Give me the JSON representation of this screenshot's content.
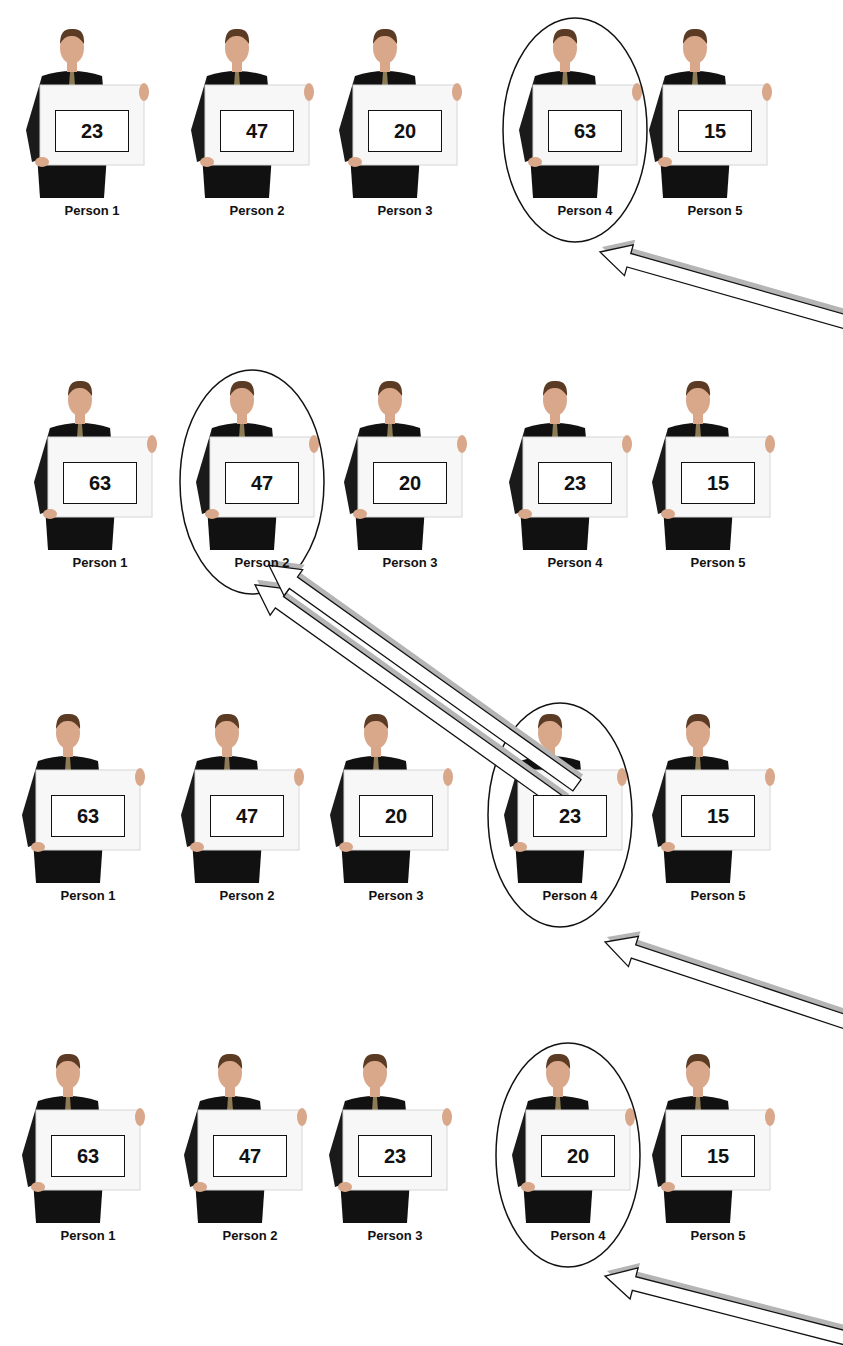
{
  "diagram": {
    "nodes": [
      {
        "text": [
          "23",
          "Person 1"
        ]
      },
      {
        "text": [
          "47",
          "Person 2"
        ]
      },
      {
        "text": [
          "20",
          "Person 3"
        ]
      },
      {
        "text": [
          "63",
          "Person 4"
        ]
      },
      {
        "text": [
          "15",
          "Person 5"
        ]
      },
      {
        "text": [
          "63",
          "Person 1"
        ]
      },
      {
        "text": [
          "47",
          "Person 2"
        ]
      },
      {
        "text": [
          "20",
          "Person 3"
        ]
      },
      {
        "text": [
          "23",
          "Person 4"
        ]
      },
      {
        "text": [
          "15",
          "Person 5"
        ]
      },
      {
        "text": [
          "63",
          "Person 1"
        ]
      },
      {
        "text": [
          "47",
          "Person 2"
        ]
      },
      {
        "text": [
          "20",
          "Person 3"
        ]
      },
      {
        "text": [
          "23",
          "Person 4"
        ]
      },
      {
        "text": [
          "15",
          "Person 5"
        ]
      },
      {
        "text": [
          "63",
          "Person 1"
        ]
      },
      {
        "text": [
          "47",
          "Person 2"
        ]
      },
      {
        "text": [
          "23",
          "Person 3"
        ]
      },
      {
        "text": [
          "20",
          "Person 4"
        ]
      },
      {
        "text": [
          "15",
          "Person 5"
        ]
      }
    ],
    "edges": [
      {
        "from": 13,
        "to": 6,
        "arrow": "to"
      },
      {
        "from": 13,
        "to": 6,
        "arrow": "to"
      }
    ]
  }
}
